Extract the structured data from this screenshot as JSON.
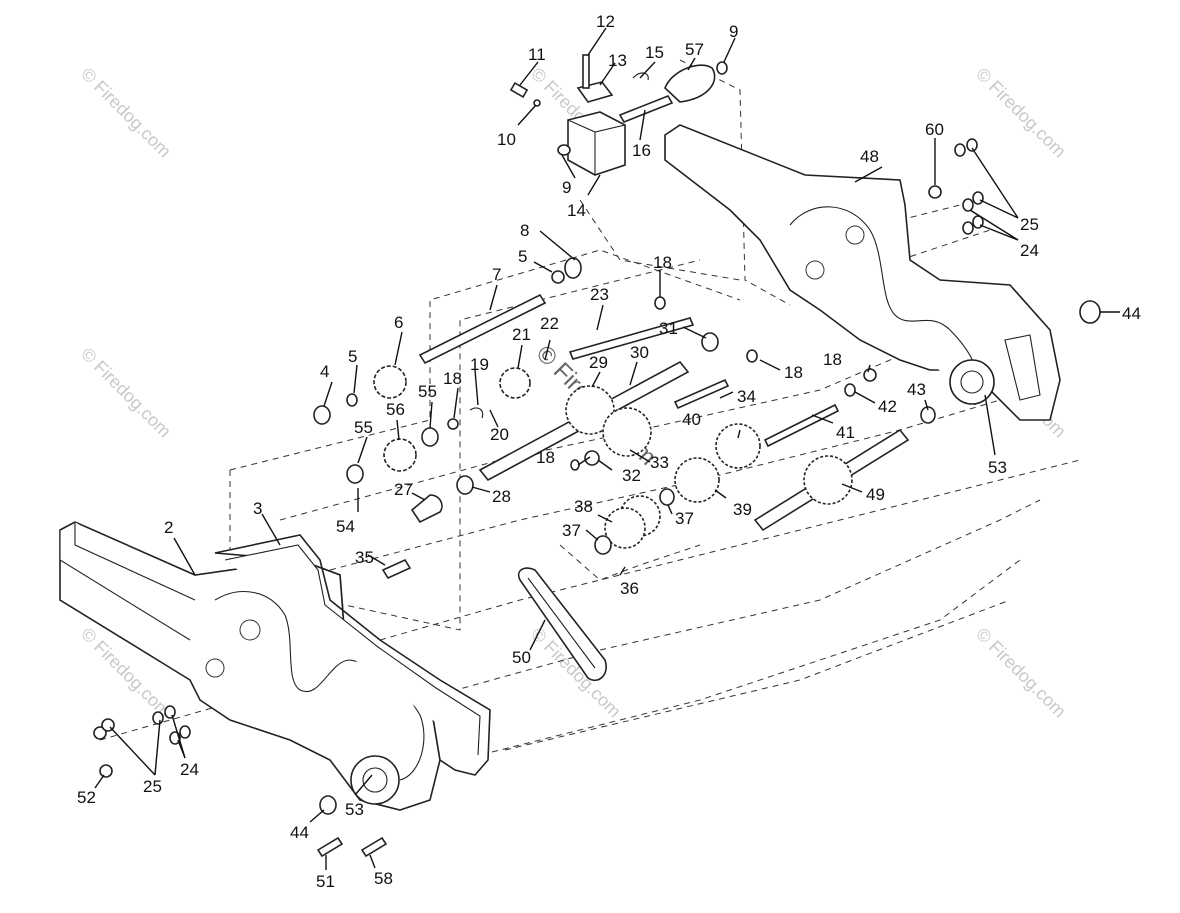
{
  "diagram": {
    "type": "exploded-parts-diagram",
    "watermark_text": "© Firedog.com",
    "callouts": [
      {
        "id": "c2",
        "label": "2"
      },
      {
        "id": "c3",
        "label": "3"
      },
      {
        "id": "c4",
        "label": "4"
      },
      {
        "id": "c5a",
        "label": "5"
      },
      {
        "id": "c5b",
        "label": "5"
      },
      {
        "id": "c6",
        "label": "6"
      },
      {
        "id": "c7",
        "label": "7"
      },
      {
        "id": "c8",
        "label": "8"
      },
      {
        "id": "c9a",
        "label": "9"
      },
      {
        "id": "c9b",
        "label": "9"
      },
      {
        "id": "c10",
        "label": "10"
      },
      {
        "id": "c11",
        "label": "11"
      },
      {
        "id": "c12",
        "label": "12"
      },
      {
        "id": "c13",
        "label": "13"
      },
      {
        "id": "c14",
        "label": "14"
      },
      {
        "id": "c15",
        "label": "15"
      },
      {
        "id": "c16",
        "label": "16"
      },
      {
        "id": "c18a",
        "label": "18"
      },
      {
        "id": "c18b",
        "label": "18"
      },
      {
        "id": "c18c",
        "label": "18"
      },
      {
        "id": "c18d",
        "label": "18"
      },
      {
        "id": "c18e",
        "label": "18"
      },
      {
        "id": "c19",
        "label": "19"
      },
      {
        "id": "c20",
        "label": "20"
      },
      {
        "id": "c21",
        "label": "21"
      },
      {
        "id": "c22",
        "label": "22"
      },
      {
        "id": "c23",
        "label": "23"
      },
      {
        "id": "c24a",
        "label": "24"
      },
      {
        "id": "c24b",
        "label": "24"
      },
      {
        "id": "c25a",
        "label": "25"
      },
      {
        "id": "c25b",
        "label": "25"
      },
      {
        "id": "c27",
        "label": "27"
      },
      {
        "id": "c28",
        "label": "28"
      },
      {
        "id": "c29",
        "label": "29"
      },
      {
        "id": "c30",
        "label": "30"
      },
      {
        "id": "c31",
        "label": "31"
      },
      {
        "id": "c32",
        "label": "32"
      },
      {
        "id": "c33",
        "label": "33"
      },
      {
        "id": "c34",
        "label": "34"
      },
      {
        "id": "c35",
        "label": "35"
      },
      {
        "id": "c36",
        "label": "36"
      },
      {
        "id": "c37a",
        "label": "37"
      },
      {
        "id": "c37b",
        "label": "37"
      },
      {
        "id": "c38",
        "label": "38"
      },
      {
        "id": "c39",
        "label": "39"
      },
      {
        "id": "c40",
        "label": "40"
      },
      {
        "id": "c41",
        "label": "41"
      },
      {
        "id": "c42",
        "label": "42"
      },
      {
        "id": "c43",
        "label": "43"
      },
      {
        "id": "c44a",
        "label": "44"
      },
      {
        "id": "c44b",
        "label": "44"
      },
      {
        "id": "c48",
        "label": "48"
      },
      {
        "id": "c49",
        "label": "49"
      },
      {
        "id": "c50",
        "label": "50"
      },
      {
        "id": "c51",
        "label": "51"
      },
      {
        "id": "c52",
        "label": "52"
      },
      {
        "id": "c53a",
        "label": "53"
      },
      {
        "id": "c53b",
        "label": "53"
      },
      {
        "id": "c54",
        "label": "54"
      },
      {
        "id": "c55a",
        "label": "55"
      },
      {
        "id": "c55b",
        "label": "55"
      },
      {
        "id": "c56",
        "label": "56"
      },
      {
        "id": "c57",
        "label": "57"
      },
      {
        "id": "c58",
        "label": "58"
      },
      {
        "id": "c60",
        "label": "60"
      }
    ]
  }
}
